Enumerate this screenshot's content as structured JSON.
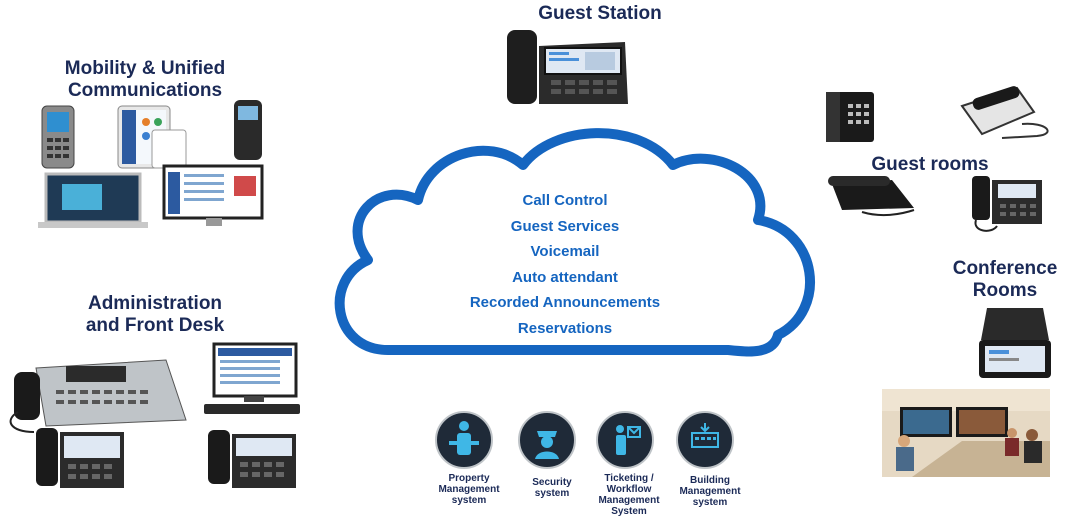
{
  "headings": {
    "guest_station": "Guest Station",
    "mobility_line1": "Mobility & Unified",
    "mobility_line2": "Communications",
    "guest_rooms": "Guest rooms",
    "conference_line1": "Conference",
    "conference_line2": "Rooms",
    "admin_line1": "Administration",
    "admin_line2": "and Front Desk"
  },
  "cloud_services": [
    "Call Control",
    "Guest Services",
    "Voicemail",
    "Auto attendant",
    "Recorded Announcements",
    "Reservations"
  ],
  "systems": [
    {
      "line1": "Property",
      "line2": "Management",
      "line3": "system",
      "icon": "property-management-icon"
    },
    {
      "line1": "Security",
      "line2": "system",
      "line3": "",
      "icon": "security-icon"
    },
    {
      "line1": "Ticketing /",
      "line2": "Workflow",
      "line3": "Management",
      "line4": "System",
      "icon": "ticketing-icon"
    },
    {
      "line1": "Building",
      "line2": "Management",
      "line3": "system",
      "icon": "building-management-icon"
    }
  ],
  "colors": {
    "heading": "#1b2a57",
    "cloud_outline": "#1565c0",
    "service_text": "#1565c0",
    "system_icon_bg": "#1f2a38",
    "system_icon_accent": "#3fb7e6"
  }
}
